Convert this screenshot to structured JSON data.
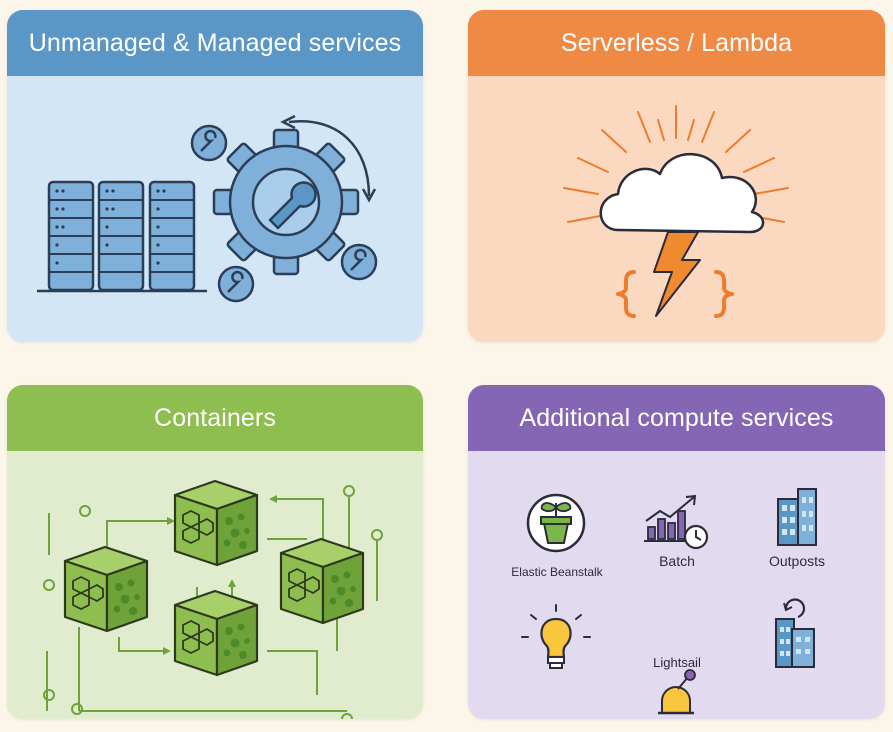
{
  "cards": {
    "unmanaged": {
      "title": "Unmanaged & Managed services",
      "color": "#5b97c6"
    },
    "serverless": {
      "title": "Serverless / Lambda",
      "color": "#ef8a45"
    },
    "containers": {
      "title": "Containers",
      "color": "#8dbe4f"
    },
    "additional": {
      "title": "Additional compute services",
      "color": "#8566b4",
      "services": [
        {
          "label": "Elastic Beanstalk",
          "icon": "plant-icon"
        },
        {
          "label": "Batch",
          "icon": "bar-chart-clock-icon"
        },
        {
          "label": "Outposts",
          "icon": "building-icon"
        },
        {
          "label": "",
          "icon": "lightbulb-icon"
        },
        {
          "label": "Lightsail",
          "icon": "observatory-icon"
        },
        {
          "label": "",
          "icon": "building-refresh-icon"
        }
      ]
    }
  }
}
